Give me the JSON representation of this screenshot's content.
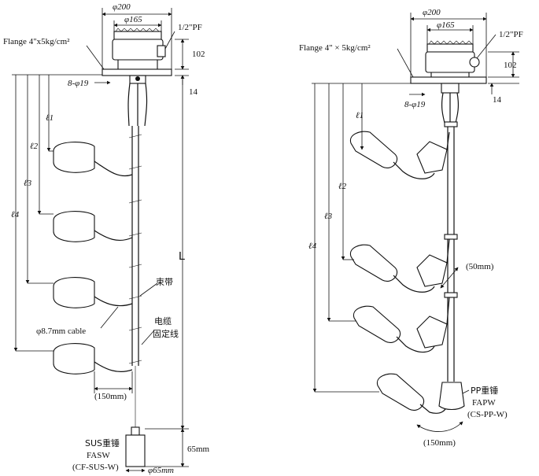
{
  "left": {
    "dims": {
      "d200": "φ200",
      "d165": "φ165",
      "pf": "1/2\"PF",
      "flange": "Flange 4\"x5kg/cm²",
      "h102": "102",
      "h14": "14",
      "holes": "8-φ19",
      "L": "L",
      "h65": "65mm",
      "d65": "φ65mm",
      "span150": "(150mm)"
    },
    "levels": [
      "ℓ1",
      "ℓ2",
      "ℓ3",
      "ℓ4"
    ],
    "labels": {
      "band": "束带",
      "cable": "φ8.7mm cable",
      "fix1": "电缆",
      "fix2": "固定线",
      "weight1": "SUS重锤",
      "weight2": "FASW",
      "weight3": "(CF-SUS-W)"
    }
  },
  "right": {
    "dims": {
      "d200": "φ200",
      "d165": "φ165",
      "pf": "1/2\"PF",
      "flange": "Flange 4\" × 5kg/cm²",
      "h102": "102",
      "h14": "14",
      "holes": "8-φ19",
      "mm50": "(50mm)",
      "span150": "(150mm)"
    },
    "levels": [
      "ℓ1",
      "ℓ2",
      "ℓ3",
      "ℓ4"
    ],
    "labels": {
      "weight1": "PP重锤",
      "weight2": "FAPW",
      "weight3": "(CS-PP-W)"
    }
  }
}
